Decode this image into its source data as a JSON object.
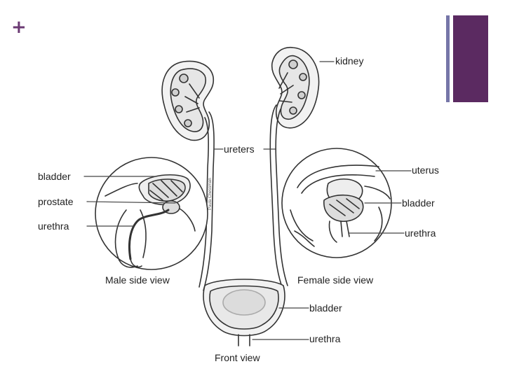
{
  "slide": {
    "plus_glyph": "+",
    "accent_color": "#6b3a73",
    "accent_dark": "#5b2a61",
    "bar_thin_color": "#7676a8"
  },
  "diagram": {
    "labels": {
      "kidney": "kidney",
      "ureters": "ureters",
      "bladder_male": "bladder",
      "prostate": "prostate",
      "urethra_male": "urethra",
      "uterus": "uterus",
      "bladder_female": "bladder",
      "urethra_female": "urethra",
      "bladder_front": "bladder",
      "urethra_front": "urethra"
    },
    "captions": {
      "male": "Male side view",
      "female": "Female side view",
      "front": "Front view"
    },
    "credit": "Paula Chessman"
  }
}
